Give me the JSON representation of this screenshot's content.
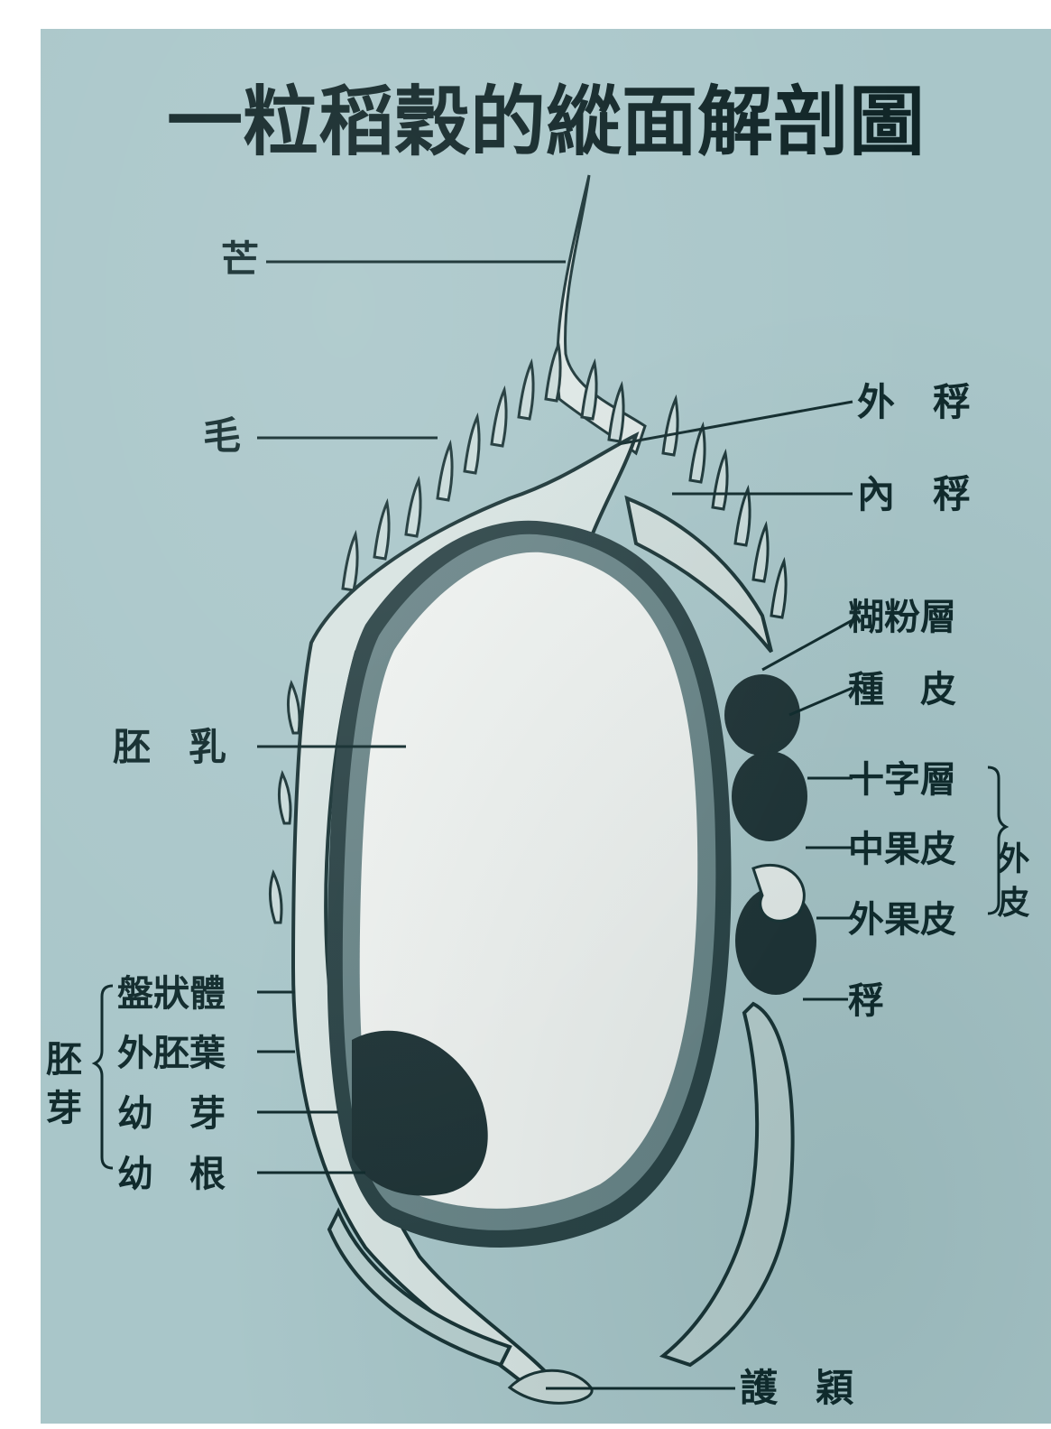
{
  "diagram": {
    "title": "一粒稻穀的縱面解剖圖",
    "labels": {
      "awn": "芒",
      "hair": "毛",
      "lemma": "外　稃",
      "palea": "內　稃",
      "aleurone": "糊粉層",
      "seed_coat": "種　皮",
      "cross_layer": "十字層",
      "mesocarp": "中果皮",
      "epicarp": "外果皮",
      "pericarp_group": "外 皮",
      "glume": "稃",
      "endosperm": "胚　乳",
      "scutellum": "盤狀體",
      "coleoptile": "外胚葉",
      "plumule": "幼　芽",
      "radicle": "幼　根",
      "embryo_group": "胚 芽",
      "rachilla": "護　穎"
    },
    "colors": {
      "background": "#a9c6c9",
      "ink": "#102a2c",
      "grain_white": "#eef1ef",
      "dark_tissue": "#1f3336"
    }
  }
}
